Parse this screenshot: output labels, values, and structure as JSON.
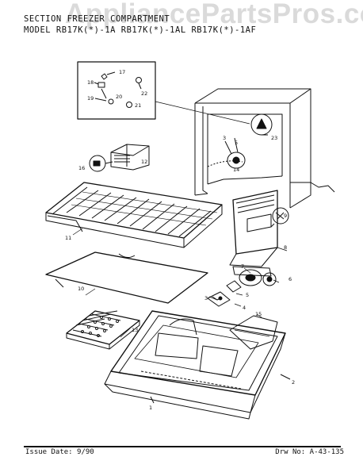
{
  "watermark": "AppliancePartsPros.com",
  "header": {
    "section_line": "SECTION  FREEZER COMPARTMENT",
    "model_line": "MODEL  RB17K(*)-1A  RB17K(*)-1AL  RB17K(*)-1AF"
  },
  "callouts": [
    "17",
    "18",
    "22",
    "20",
    "19",
    "21",
    "12",
    "16",
    "23",
    "3",
    "5",
    "14",
    "9",
    "11",
    "8",
    "7",
    "6",
    "5",
    "10",
    "3",
    "4",
    "15",
    "13",
    "2",
    "1"
  ],
  "footer": {
    "issue": "Issue Date: 9/90",
    "drw": "Drw No: A-43-135"
  }
}
